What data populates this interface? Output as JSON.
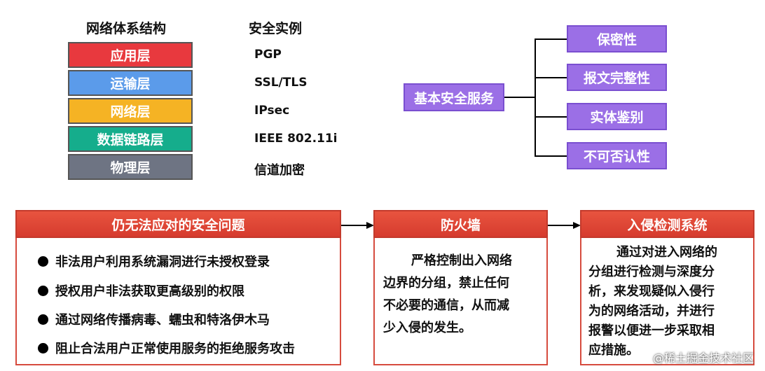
{
  "left_table": {
    "header_layers": "网络体系结构",
    "header_examples": "安全实例",
    "layers": [
      {
        "name": "应用层",
        "example": "PGP",
        "color": "#e8393e"
      },
      {
        "name": "运输层",
        "example": "SSL/TLS",
        "color": "#5b9bea"
      },
      {
        "name": "网络层",
        "example": "IPsec",
        "color": "#f5b324"
      },
      {
        "name": "数据链路层",
        "example": "IEEE 802.11i",
        "color": "#15ad8c"
      },
      {
        "name": "物理层",
        "example": "信道加密",
        "color": "#6e7483"
      }
    ]
  },
  "services": {
    "root": "基本安全服务",
    "items": [
      "保密性",
      "报文完整性",
      "实体鉴别",
      "不可否认性"
    ],
    "color": "#9b6fe6"
  },
  "issues_panel": {
    "title": "仍无法应对的安全问题",
    "items": [
      "非法用户利用系统漏洞进行未授权登录",
      "授权用户非法获取更高级别的权限",
      "通过网络传播病毒、蠕虫和特洛伊木马",
      "阻止合法用户正常使用服务的拒绝服务攻击"
    ]
  },
  "firewall_panel": {
    "title": "防火墙",
    "lines": [
      "严格控制出入网络",
      "边界的分组，禁止任何",
      "不必要的通信，从而减",
      "少入侵的发生。"
    ]
  },
  "ids_panel": {
    "title": "入侵检测系统",
    "lines": [
      "通过对进入网络的",
      "分组进行检测与深度分",
      "析，来发现疑似入侵行",
      "为的网络活动，并进行",
      "报警以便进一步采取相",
      "应措施。"
    ]
  },
  "watermark": "@稀土掘金技术社区"
}
